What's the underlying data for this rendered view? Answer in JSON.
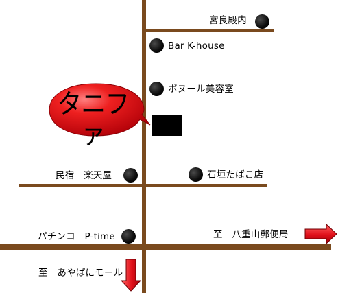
{
  "store_name": "タニファ",
  "colors": {
    "road": "#7a4a1e",
    "callout_fill": "#e0101a",
    "arrow_fill": "#e0101a",
    "landmark_dot": "#000000",
    "store_block": "#000000"
  },
  "landmarks": {
    "miyara_dounchi": "宮良殿内",
    "bar_k_house": "Bar K-house",
    "bonnal_salon": "ボヌール美容室",
    "minshuku_rakutenya": "民宿　楽天屋",
    "ishigaki_tobacco": "石垣たばこ店",
    "pachinko_ptime": "パチンコ　P-time"
  },
  "directions": {
    "to_yaeyama_post": "至　八重山郵便局",
    "to_ayapani_mall": "至　あやぱにモール"
  },
  "icons": {
    "landmark_marker": "filled-circle",
    "direction_right": "red-arrow-right",
    "direction_down": "red-arrow-down"
  }
}
